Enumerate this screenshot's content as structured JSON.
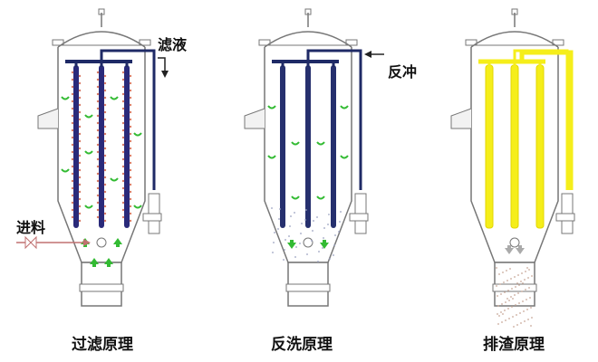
{
  "panels": [
    {
      "caption": "过滤原理",
      "label": "滤液",
      "mode": "filtration",
      "element_color": "#2a2a7a",
      "pipe_color": "#1f2a66",
      "arrow_color": "#33bb33",
      "particle_color": "#d87a66",
      "elements": 3
    },
    {
      "caption": "反洗原理",
      "label": "反冲",
      "mode": "backwash",
      "element_color": "#26306e",
      "pipe_color": "#1f2a66",
      "arrow_color": "#33bb33",
      "particle_color": "#9aa0c0",
      "elements": 3
    },
    {
      "caption": "排渣原理",
      "label": "",
      "mode": "discharge",
      "element_color": "#f5ee1a",
      "pipe_color": "#f5ee1a",
      "arrow_color": "#ffffff",
      "particle_color": "#c8a898",
      "elements": 3
    }
  ],
  "inlet_label": "进料",
  "colors": {
    "vessel_outline": "#777777",
    "inlet_line": "#c07070",
    "flow_arrow": "#33bb33"
  },
  "icons": [
    "vessel-icon",
    "valve-icon",
    "flow-arrow-icon"
  ]
}
